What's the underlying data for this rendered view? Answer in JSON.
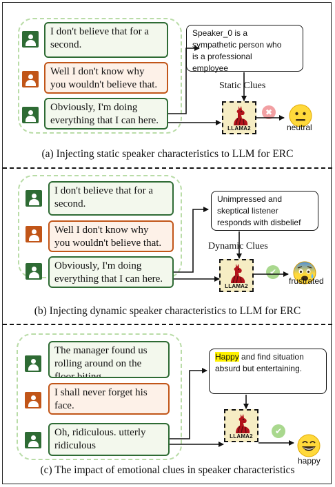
{
  "panels": [
    {
      "id": "a",
      "utterances": [
        {
          "speaker": "green",
          "text": "I don't believe that for a\nsecond."
        },
        {
          "speaker": "orange",
          "text": "Well I don't know why\nyou wouldn't believe that."
        },
        {
          "speaker": "green",
          "text": "Obviously, I'm doing\neverything that I can here."
        }
      ],
      "clue_box": {
        "highlight": "",
        "text": "Speaker_0 is a\nsympathetic person who\nis a professional\nemployee"
      },
      "clue_label": "Static Clues",
      "model_label": "LLAMA2",
      "result": "incorrect",
      "result_icon": "cross-mark-icon",
      "emotion_icon": "neutral-face-icon",
      "emotion": "neutral",
      "caption": "(a) Injecting static speaker characteristics to LLM for ERC"
    },
    {
      "id": "b",
      "utterances": [
        {
          "speaker": "green",
          "text": "I don't believe that for a\nsecond."
        },
        {
          "speaker": "orange",
          "text": "Well I don't know why\nyou wouldn't believe that."
        },
        {
          "speaker": "green",
          "text": "Obviously, I'm doing\neverything that I can here."
        }
      ],
      "clue_box": {
        "highlight": "",
        "text": "Unimpressed and\nskeptical listener\nresponds with disbelief"
      },
      "clue_label": "Dynamic Clues",
      "model_label": "LLAMA2",
      "result": "correct",
      "result_icon": "check-mark-icon",
      "emotion_icon": "anxious-face-icon",
      "emotion": "frustrated",
      "caption": "(b) Injecting dynamic speaker characteristics to LLM for ERC"
    },
    {
      "id": "c",
      "utterances": [
        {
          "speaker": "green",
          "text": " The manager found us\nrolling around on the\nfloor biting ."
        },
        {
          "speaker": "orange",
          "text": "I shall never forget his\nface."
        },
        {
          "speaker": "green",
          "text": "Oh, ridiculous. utterly\nridiculous"
        }
      ],
      "clue_box": {
        "highlight": "Happy",
        "text": " and find situation\nabsurd but entertaining."
      },
      "clue_label": "",
      "model_label": "LLAMA2",
      "result": "correct",
      "result_icon": "check-mark-icon",
      "emotion_icon": "grinning-face-icon",
      "emotion": "happy",
      "caption": "(c) The impact of emotional clues in speaker characteristics"
    }
  ],
  "colors": {
    "speaker_green": "#2e6b34",
    "speaker_orange": "#c15518",
    "group_border": "#b9dca7",
    "model_bg": "#f6edc4",
    "highlight": "#fff200"
  }
}
